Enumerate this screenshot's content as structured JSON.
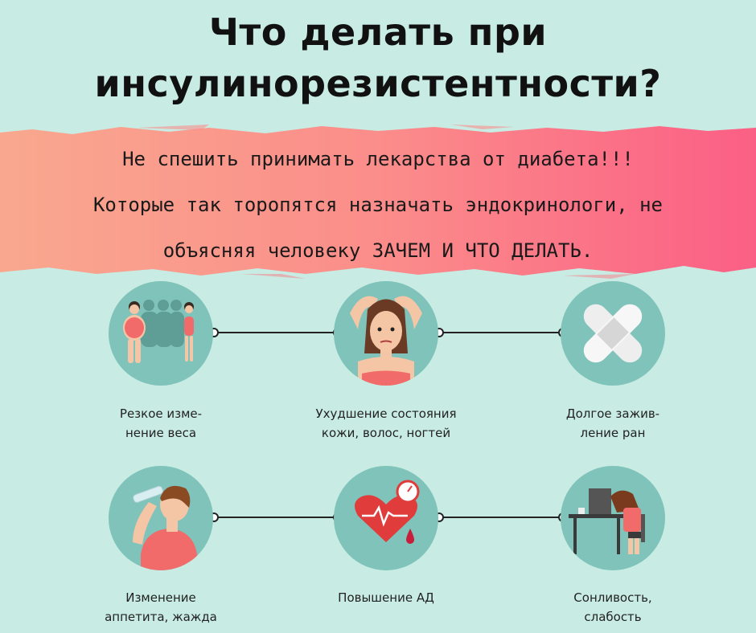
{
  "title": {
    "line1": "Что делать при",
    "line2": "инсулинорезистентности?"
  },
  "banner": {
    "line1": "Не спешить принимать лекарства от диабета!!!",
    "line2": "Которые так торопятся назначать эндокринологи, не",
    "line3": "объясняя человеку ЗАЧЕМ И ЧТО ДЕЛАТЬ.",
    "gradient_start": "#f9a88f",
    "gradient_end": "#fb5f85"
  },
  "symptoms": {
    "weight": {
      "line1": "Резкое изме-",
      "line2": "нение веса"
    },
    "skin": {
      "line1": "Ухудшение состояния",
      "line2": "кожи, волос, ногтей"
    },
    "wounds": {
      "line1": "Долгое зажив-",
      "line2": "ление ран"
    },
    "appetite": {
      "line1": "Изменение",
      "line2": "аппетита, жажда"
    },
    "pressure": {
      "line1": "Повышение АД"
    },
    "sleepiness": {
      "line1": "Сонливость,",
      "line2": "слабость"
    }
  },
  "colors": {
    "background": "#c8ece3",
    "circle": "#7fc3ba",
    "line": "#222222",
    "accent": "#f26b6b"
  }
}
